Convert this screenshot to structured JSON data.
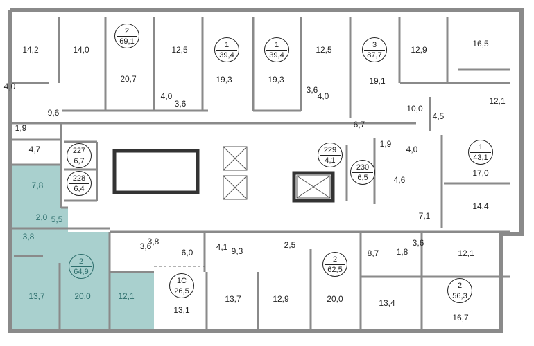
{
  "highlight_color": "#a9d0ce",
  "apartments": [
    {
      "rooms": "2",
      "area": "69,1"
    },
    {
      "rooms": "1",
      "area": "39,4"
    },
    {
      "rooms": "1",
      "area": "39,4"
    },
    {
      "rooms": "3",
      "area": "87,7"
    },
    {
      "rooms": "1",
      "area": "43,1"
    },
    {
      "rooms": "2",
      "area": "64,9"
    },
    {
      "rooms": "1С",
      "area": "26,5"
    },
    {
      "rooms": "2",
      "area": "62,5"
    },
    {
      "rooms": "2",
      "area": "56,3"
    }
  ],
  "storage": [
    {
      "number": "227",
      "area": "6,7"
    },
    {
      "number": "228",
      "area": "6,4"
    },
    {
      "number": "229",
      "area": "4,1"
    },
    {
      "number": "230",
      "area": "6,5"
    }
  ],
  "room_areas": [
    "14,2",
    "14,0",
    "20,7",
    "12,5",
    "19,3",
    "4,0",
    "3,6",
    "19,3",
    "12,5",
    "3,6",
    "4,0",
    "19,1",
    "12,9",
    "16,5",
    "12,1",
    "10,0",
    "4,5",
    "6,7",
    "4,0",
    "9,6",
    "1,9",
    "4,7",
    "1,9",
    "4,0",
    "17,0",
    "4,6",
    "14,4",
    "7,1",
    "7,8",
    "2,0",
    "5,5",
    "3,8",
    "13,7",
    "20,0",
    "12,1",
    "3,6",
    "3,8",
    "6,0",
    "4,1",
    "9,3",
    "2,5",
    "8,7",
    "1,8",
    "3,6",
    "12,1",
    "13,1",
    "13,7",
    "12,9",
    "20,0",
    "13,4",
    "16,7"
  ]
}
